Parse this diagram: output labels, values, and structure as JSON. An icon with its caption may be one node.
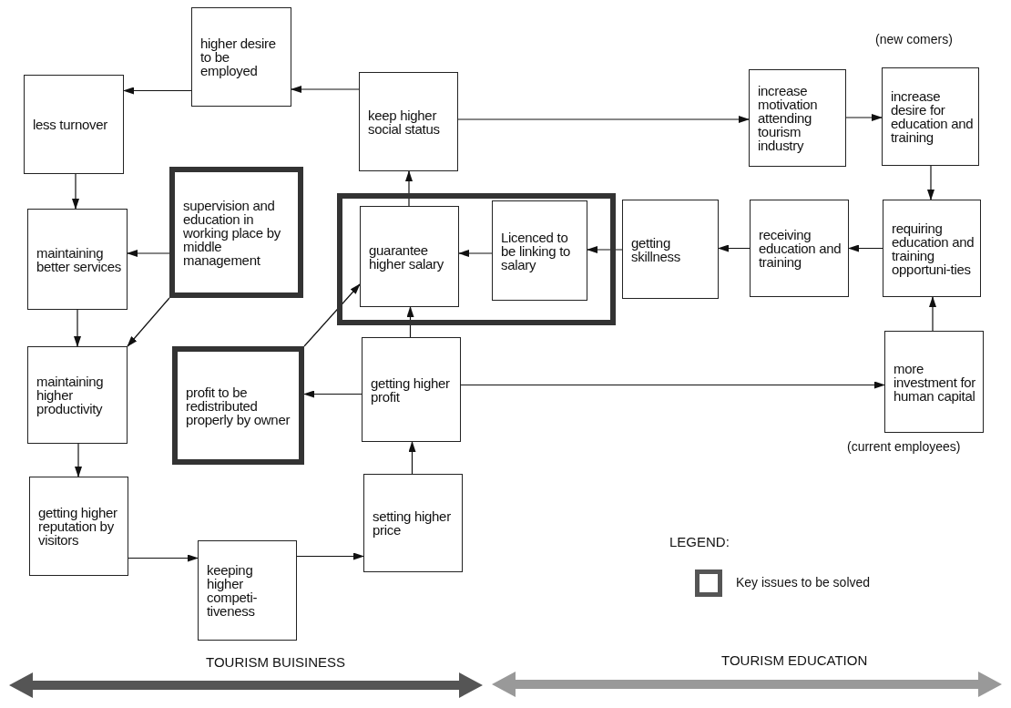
{
  "diagram": {
    "nodes": [
      {
        "text": [
          "higher desire to be employed"
        ]
      },
      {
        "text": [
          "less turnover"
        ]
      },
      {
        "text": [
          "keep higher social status"
        ]
      },
      {
        "text": [
          "increase motivation attending tourism industry"
        ]
      },
      {
        "text": [
          "increase desire for education and training"
        ],
        "beside": [
          "(new comers)"
        ]
      },
      {
        "text": [
          "maintaining better services"
        ]
      },
      {
        "text": [
          "supervision and education in working place by middle management"
        ]
      },
      {
        "text": [],
        "shape": "box"
      },
      {
        "text": [
          "guarantee higher salary"
        ],
        "in": 7
      },
      {
        "text": [
          "Licenced to be linking to salary"
        ],
        "in": 7
      },
      {
        "text": [
          "getting skillness"
        ]
      },
      {
        "text": [
          "receiving education and training"
        ]
      },
      {
        "text": [
          "requiring education and training opportuni-ties"
        ]
      },
      {
        "text": [
          "maintaining higher productivity"
        ]
      },
      {
        "text": [
          "profit to be redistributed properly by owner"
        ]
      },
      {
        "text": [
          "getting higher profit"
        ]
      },
      {
        "text": [
          "more investment for human capital"
        ],
        "beside": [
          "(current employees)"
        ]
      },
      {
        "text": [
          "getting higher reputation by visitors"
        ]
      },
      {
        "text": [
          "keeping higher competi-tiveness"
        ]
      },
      {
        "text": [
          "setting higher price"
        ]
      }
    ],
    "edges": [
      {
        "from": 2,
        "to": 0,
        "arrow": "to"
      },
      {
        "from": 0,
        "to": 1,
        "arrow": "to"
      },
      {
        "from": 2,
        "to": 3,
        "arrow": "to"
      },
      {
        "from": 3,
        "to": 4,
        "arrow": "to"
      },
      {
        "from": 4,
        "to": 12,
        "arrow": "to"
      },
      {
        "from": 12,
        "to": 11,
        "arrow": "to"
      },
      {
        "from": 11,
        "to": 10,
        "arrow": "to"
      },
      {
        "from": 10,
        "to": 9,
        "arrow": "to"
      },
      {
        "from": 9,
        "to": 8,
        "arrow": "to"
      },
      {
        "from": 8,
        "to": 2,
        "arrow": "to"
      },
      {
        "from": 1,
        "to": 5,
        "arrow": "to"
      },
      {
        "from": 6,
        "to": 5,
        "arrow": "to"
      },
      {
        "from": 6,
        "to": 13,
        "arrow": "to"
      },
      {
        "from": 5,
        "to": 13,
        "arrow": "to"
      },
      {
        "from": 13,
        "to": 17,
        "arrow": "to"
      },
      {
        "from": 17,
        "to": 18,
        "arrow": "to"
      },
      {
        "from": 18,
        "to": 19,
        "arrow": "to"
      },
      {
        "from": 19,
        "to": 15,
        "arrow": "to"
      },
      {
        "from": 15,
        "to": 8,
        "arrow": "to"
      },
      {
        "from": 15,
        "to": 14,
        "arrow": "to"
      },
      {
        "from": 14,
        "to": 8,
        "arrow": "to"
      },
      {
        "from": 15,
        "to": 16,
        "arrow": "to"
      },
      {
        "from": 16,
        "to": 12,
        "arrow": "to"
      }
    ],
    "labels": [
      "LEGEND:",
      "TOURISM BUISINESS",
      "TOURISM EDUCATION"
    ],
    "legend": [
      {
        "text": "Key issues to be solved"
      }
    ]
  }
}
